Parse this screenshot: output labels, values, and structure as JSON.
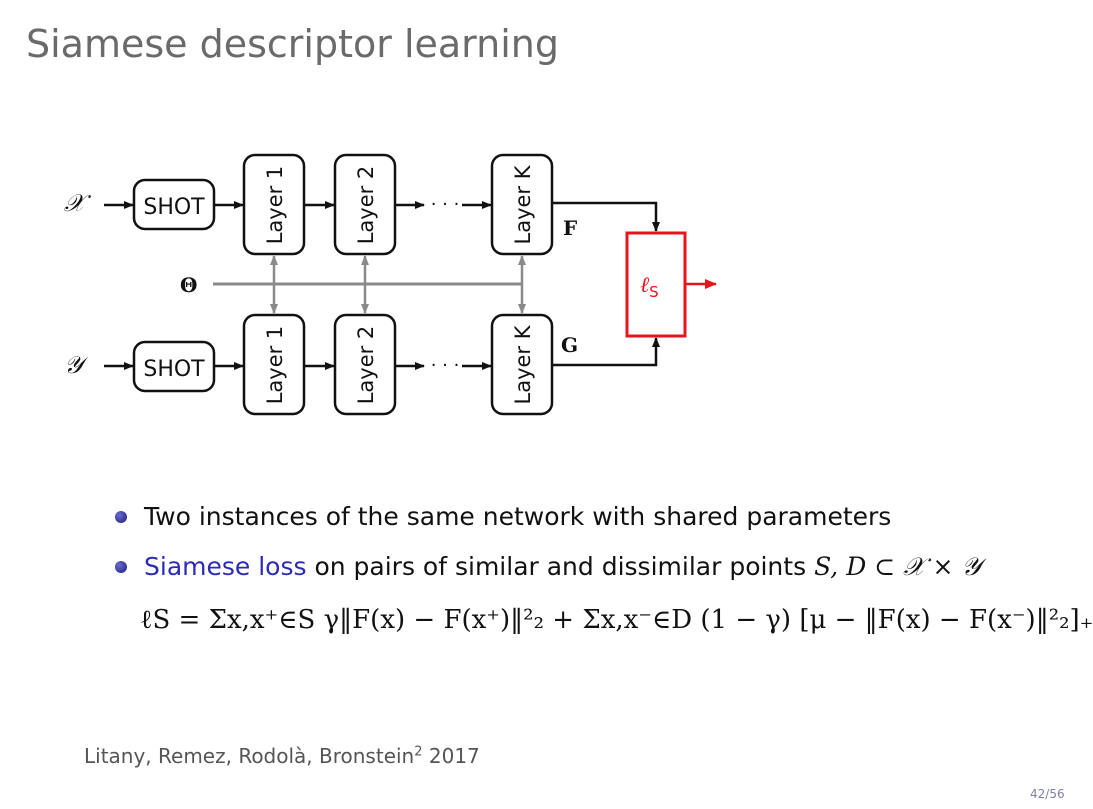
{
  "slide": {
    "title": "Siamese descriptor learning",
    "page_number": "42/56"
  },
  "diagram": {
    "input_top": "𝒳",
    "input_bottom": "𝒴",
    "shot_label": "SHOT",
    "layer_1": "Layer 1",
    "layer_2": "Layer 2",
    "layer_k": "Layer K",
    "ellipsis": "· · ·",
    "output_top": "F",
    "output_bottom": "G",
    "params_label": "Θ",
    "loss_label": "ℓ",
    "loss_subscript": "S",
    "colors": {
      "loss_box": "#e8141c",
      "shared_line": "#8a8a8a",
      "boxes": "#111111"
    }
  },
  "bullets": {
    "item1": "Two instances of the same network with shared parameters",
    "item2_highlight": "Siamese loss",
    "item2_rest": " on pairs of similar and dissimilar points ",
    "item2_math": "S, D ⊂ 𝒳 × 𝒴"
  },
  "equation": {
    "text": "ℓS = Σx,x⁺∈S γ‖F(x) − F(x⁺)‖²₂ + Σx,x⁻∈D (1 − γ) [μ − ‖F(x) − F(x⁻)‖²₂]₊"
  },
  "citation": {
    "authors": "Litany, Remez, Rodolà, Bronstein",
    "superscript": "2",
    "year": " 2017"
  }
}
